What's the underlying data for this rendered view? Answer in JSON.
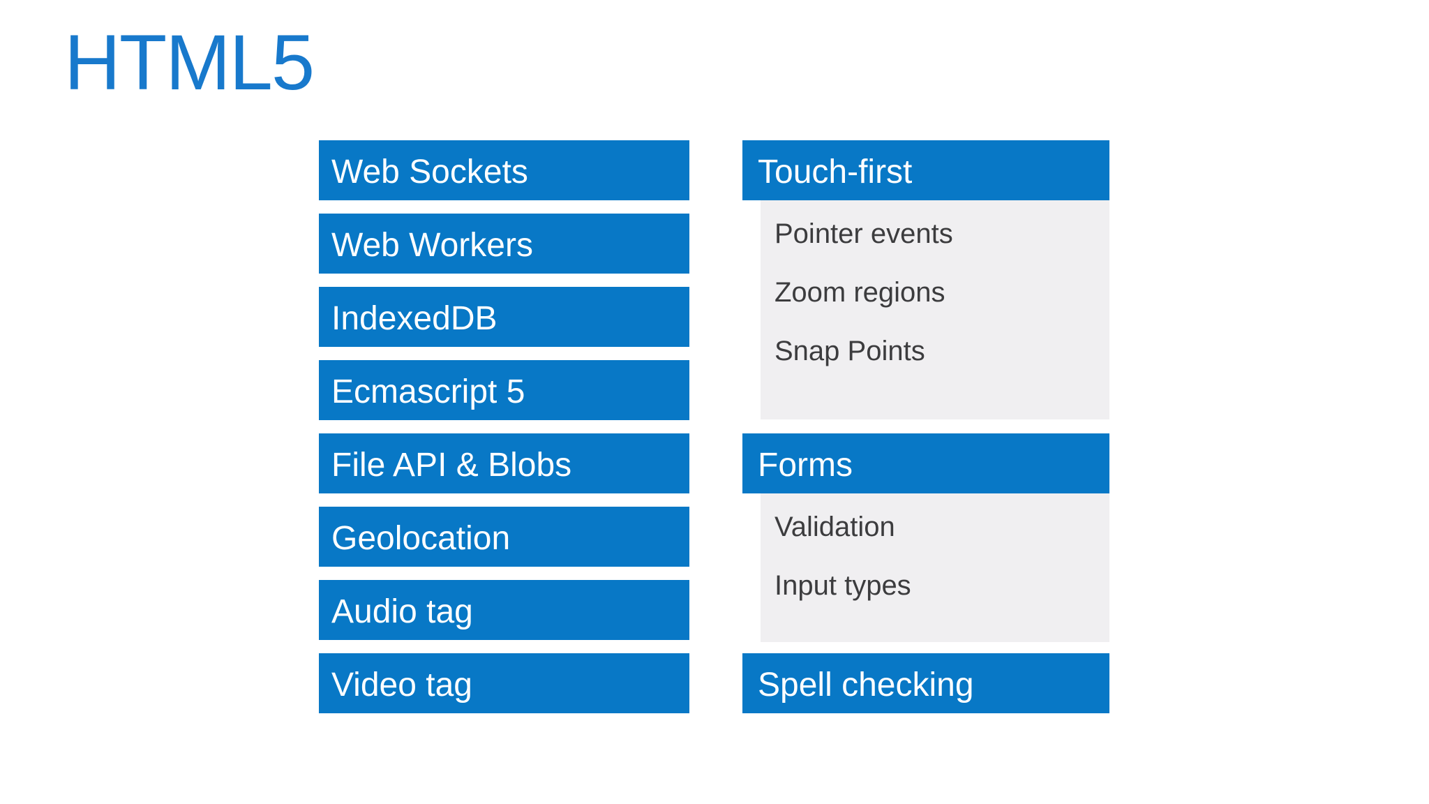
{
  "slide": {
    "title": "HTML5"
  },
  "colors": {
    "title_blue": "#1879cc",
    "bar_blue": "#0878c6",
    "panel_gray": "#f0eff1",
    "bar_text": "#ffffff",
    "item_text": "#3c3c3e",
    "background": "#ffffff"
  },
  "left_column": {
    "bars": [
      "Web Sockets",
      "Web Workers",
      "IndexedDB",
      "Ecmascript 5",
      "File API & Blobs",
      "Geolocation",
      "Audio tag",
      "Video tag"
    ]
  },
  "right_column": {
    "groups": [
      {
        "header": "Touch-first",
        "items": [
          "Pointer events",
          "Zoom regions",
          "Snap Points"
        ]
      },
      {
        "header": "Forms",
        "items": [
          "Validation",
          "Input types"
        ]
      },
      {
        "header": "Spell checking",
        "items": []
      }
    ]
  }
}
